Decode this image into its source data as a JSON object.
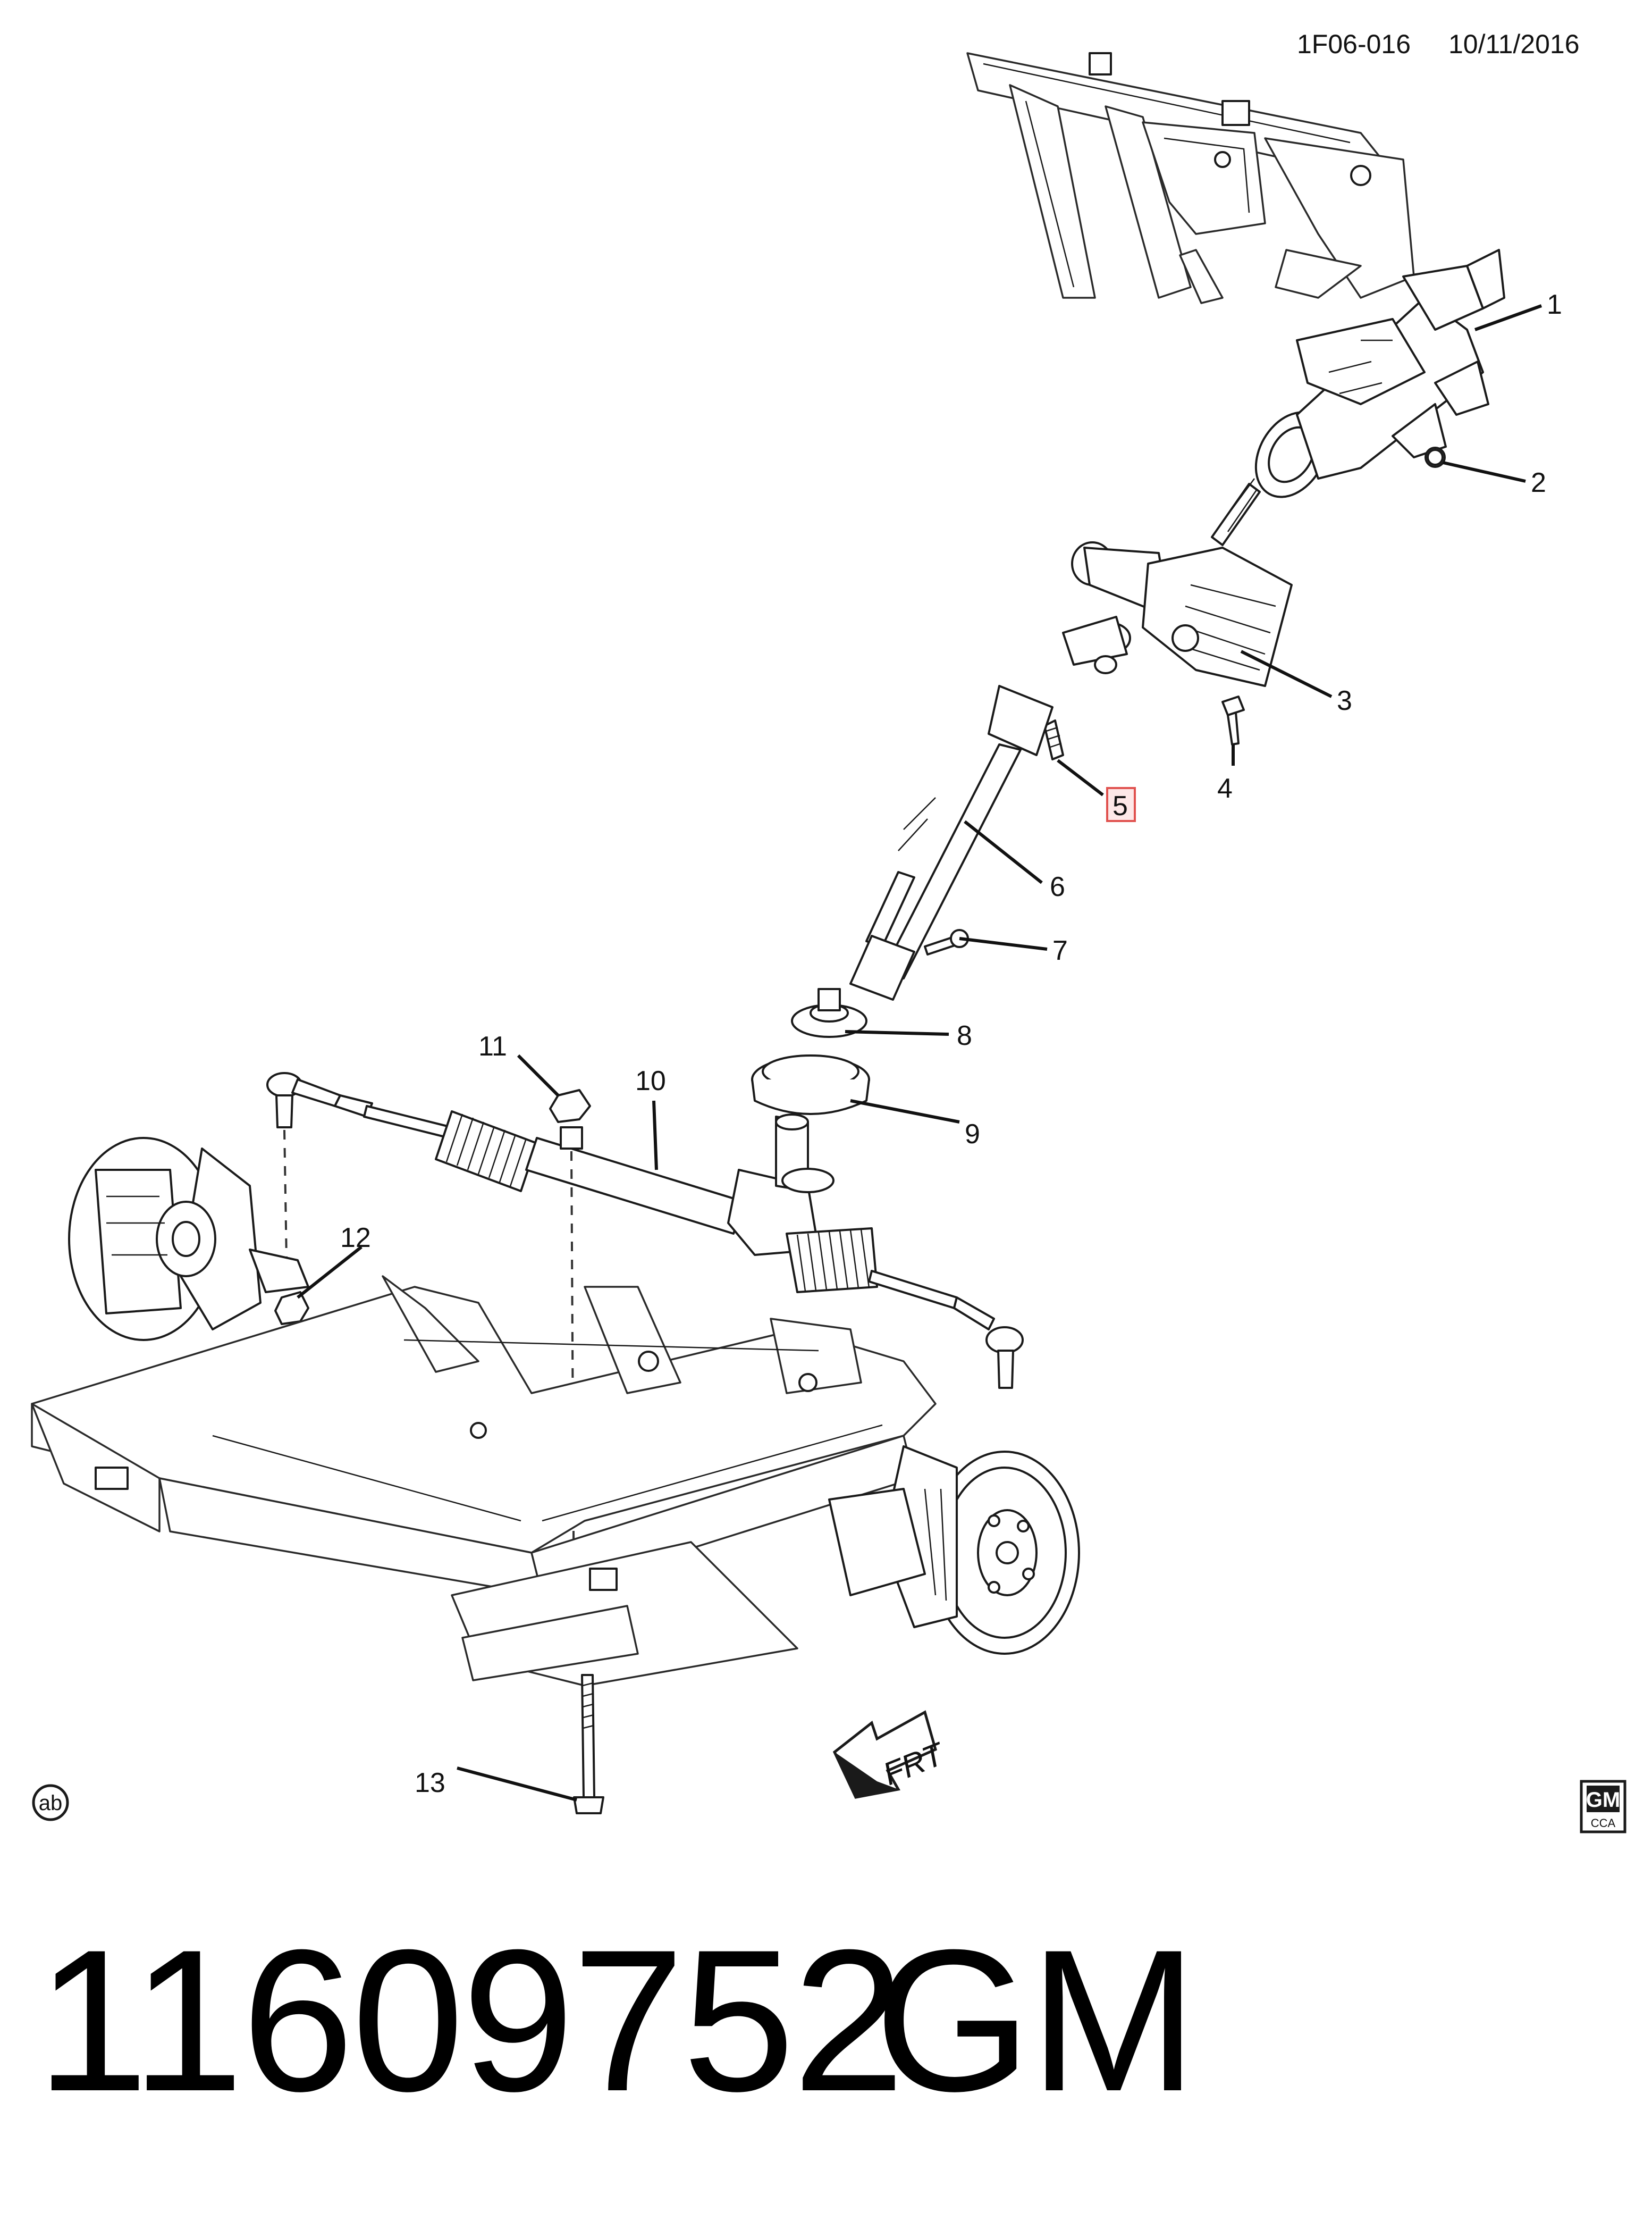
{
  "header": {
    "code": "1F06-016",
    "date": "10/11/2016"
  },
  "callouts": [
    {
      "id": "1",
      "label": "1",
      "highlighted": false
    },
    {
      "id": "2",
      "label": "2",
      "highlighted": false
    },
    {
      "id": "3",
      "label": "3",
      "highlighted": false
    },
    {
      "id": "4",
      "label": "4",
      "highlighted": false
    },
    {
      "id": "5",
      "label": "5",
      "highlighted": true
    },
    {
      "id": "6",
      "label": "6",
      "highlighted": false
    },
    {
      "id": "7",
      "label": "7",
      "highlighted": false
    },
    {
      "id": "8",
      "label": "8",
      "highlighted": false
    },
    {
      "id": "9",
      "label": "9",
      "highlighted": false
    },
    {
      "id": "10",
      "label": "10",
      "highlighted": false
    },
    {
      "id": "11",
      "label": "11",
      "highlighted": false
    },
    {
      "id": "12",
      "label": "12",
      "highlighted": false
    },
    {
      "id": "13",
      "label": "13",
      "highlighted": false
    }
  ],
  "markers": {
    "circle_tag": "ab",
    "direction": "FRT",
    "logo_top": "GM",
    "logo_bottom": "CCA"
  },
  "footer": {
    "part_number": "11609752",
    "brand": "GM"
  },
  "colors": {
    "highlight_stroke": "#e0524f",
    "highlight_fill": "#fde8e8",
    "ink": "#111111"
  }
}
